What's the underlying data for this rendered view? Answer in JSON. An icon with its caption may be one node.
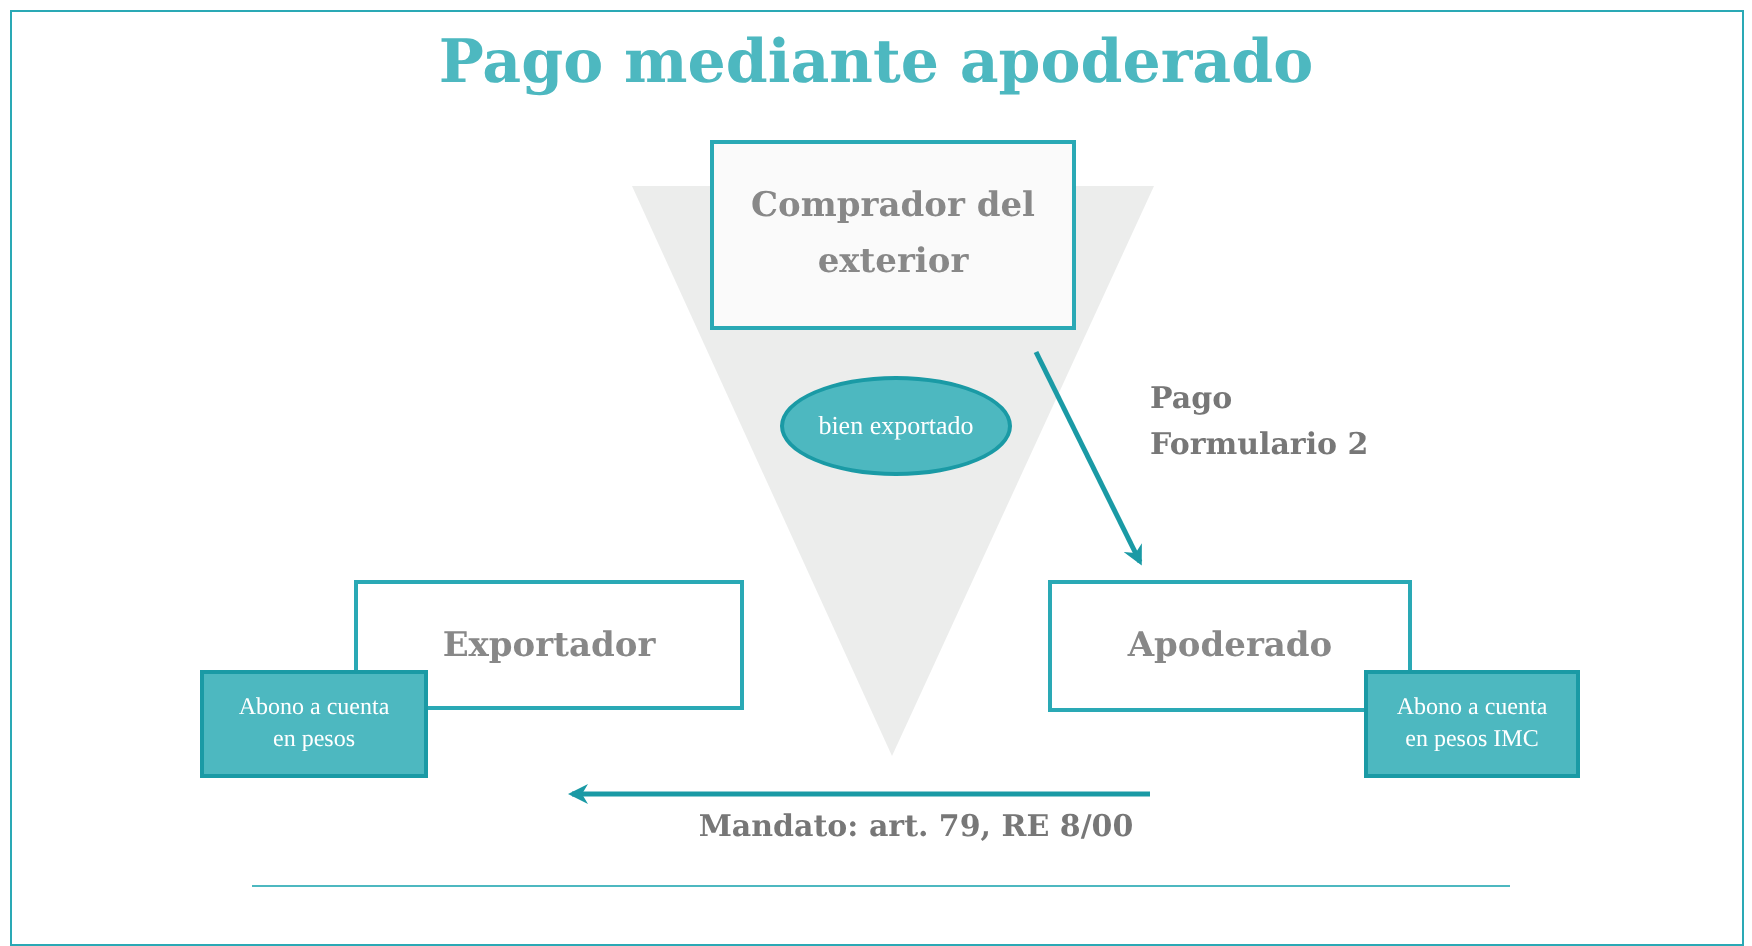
{
  "diagram": {
    "title": "Pago mediante apoderado",
    "nodes": [
      {
        "text": [
          "Comprador del exterior"
        ]
      },
      {
        "text": [
          "bien exportado"
        ]
      },
      {
        "text": [
          "Exportador"
        ]
      },
      {
        "text": [
          "Abono a cuenta en pesos"
        ]
      },
      {
        "text": [
          "Apoderado"
        ]
      },
      {
        "text": [
          "Abono a cuenta en pesos IMC"
        ]
      }
    ],
    "edges": [
      {
        "from": 0,
        "to": 4,
        "arrow": "to",
        "label": "Pago Formulario 2"
      },
      {
        "from": 4,
        "to": 2,
        "arrow": "to",
        "label": "Mandato: art. 79, RE 8/00"
      }
    ]
  }
}
